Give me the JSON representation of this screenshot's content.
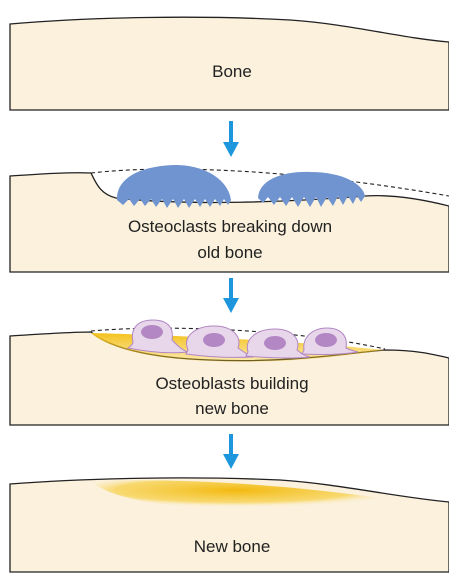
{
  "colors": {
    "bone": "#fbf1dc",
    "outline": "#222222",
    "arrow": "#1e96de",
    "osteoclast": "#7094cf",
    "osteoblast_body": "#e8d7ea",
    "osteoblast_nucleus": "#b287c4",
    "new_bone": "#f4c21d"
  },
  "panels": [
    {
      "label_lines": [
        "Bone"
      ]
    },
    {
      "label_lines": [
        "Osteoclasts breaking down",
        "old bone"
      ]
    },
    {
      "label_lines": [
        "Osteoblasts building",
        "new bone"
      ]
    },
    {
      "label_lines": [
        "New bone"
      ]
    }
  ]
}
